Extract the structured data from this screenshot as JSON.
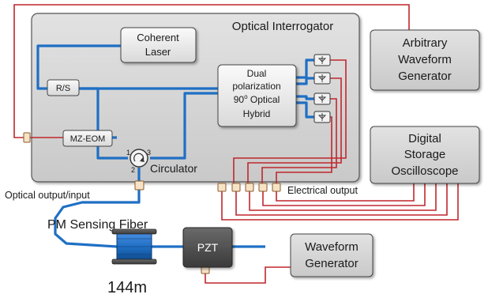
{
  "interrogator": {
    "title": "Optical Interrogator"
  },
  "laser": {
    "line1": "Coherent",
    "line2": "Laser"
  },
  "rs": {
    "label": "R/S"
  },
  "mzeom": {
    "label": "MZ-EOM"
  },
  "hybrid": {
    "line1": "Dual",
    "line2": "polarization",
    "line3_base": "90",
    "line3_sup": "o",
    "line3_rest": " Optical",
    "line4": "Hybrid"
  },
  "circulator": {
    "label": "Circulator",
    "port1": "1",
    "port2": "2",
    "port3": "3"
  },
  "awg": {
    "line1": "Arbitrary",
    "line2": "Waveform",
    "line3": "Generator"
  },
  "dso": {
    "line1": "Digital",
    "line2": "Storage",
    "line3": "Oscilloscope"
  },
  "optical_port": {
    "label": "Optical output/input"
  },
  "electrical_port": {
    "label": "Electrical output"
  },
  "fiber": {
    "label": "PM Sensing Fiber",
    "length": "144m"
  },
  "pzt": {
    "label": "PZT"
  },
  "wfg": {
    "line1": "Waveform",
    "line2": "Generator"
  },
  "colors": {
    "fiber": "#1f6fc4",
    "cable": "#c0272d",
    "panel": "#d6d6d6",
    "box": "#e6e6e6"
  }
}
